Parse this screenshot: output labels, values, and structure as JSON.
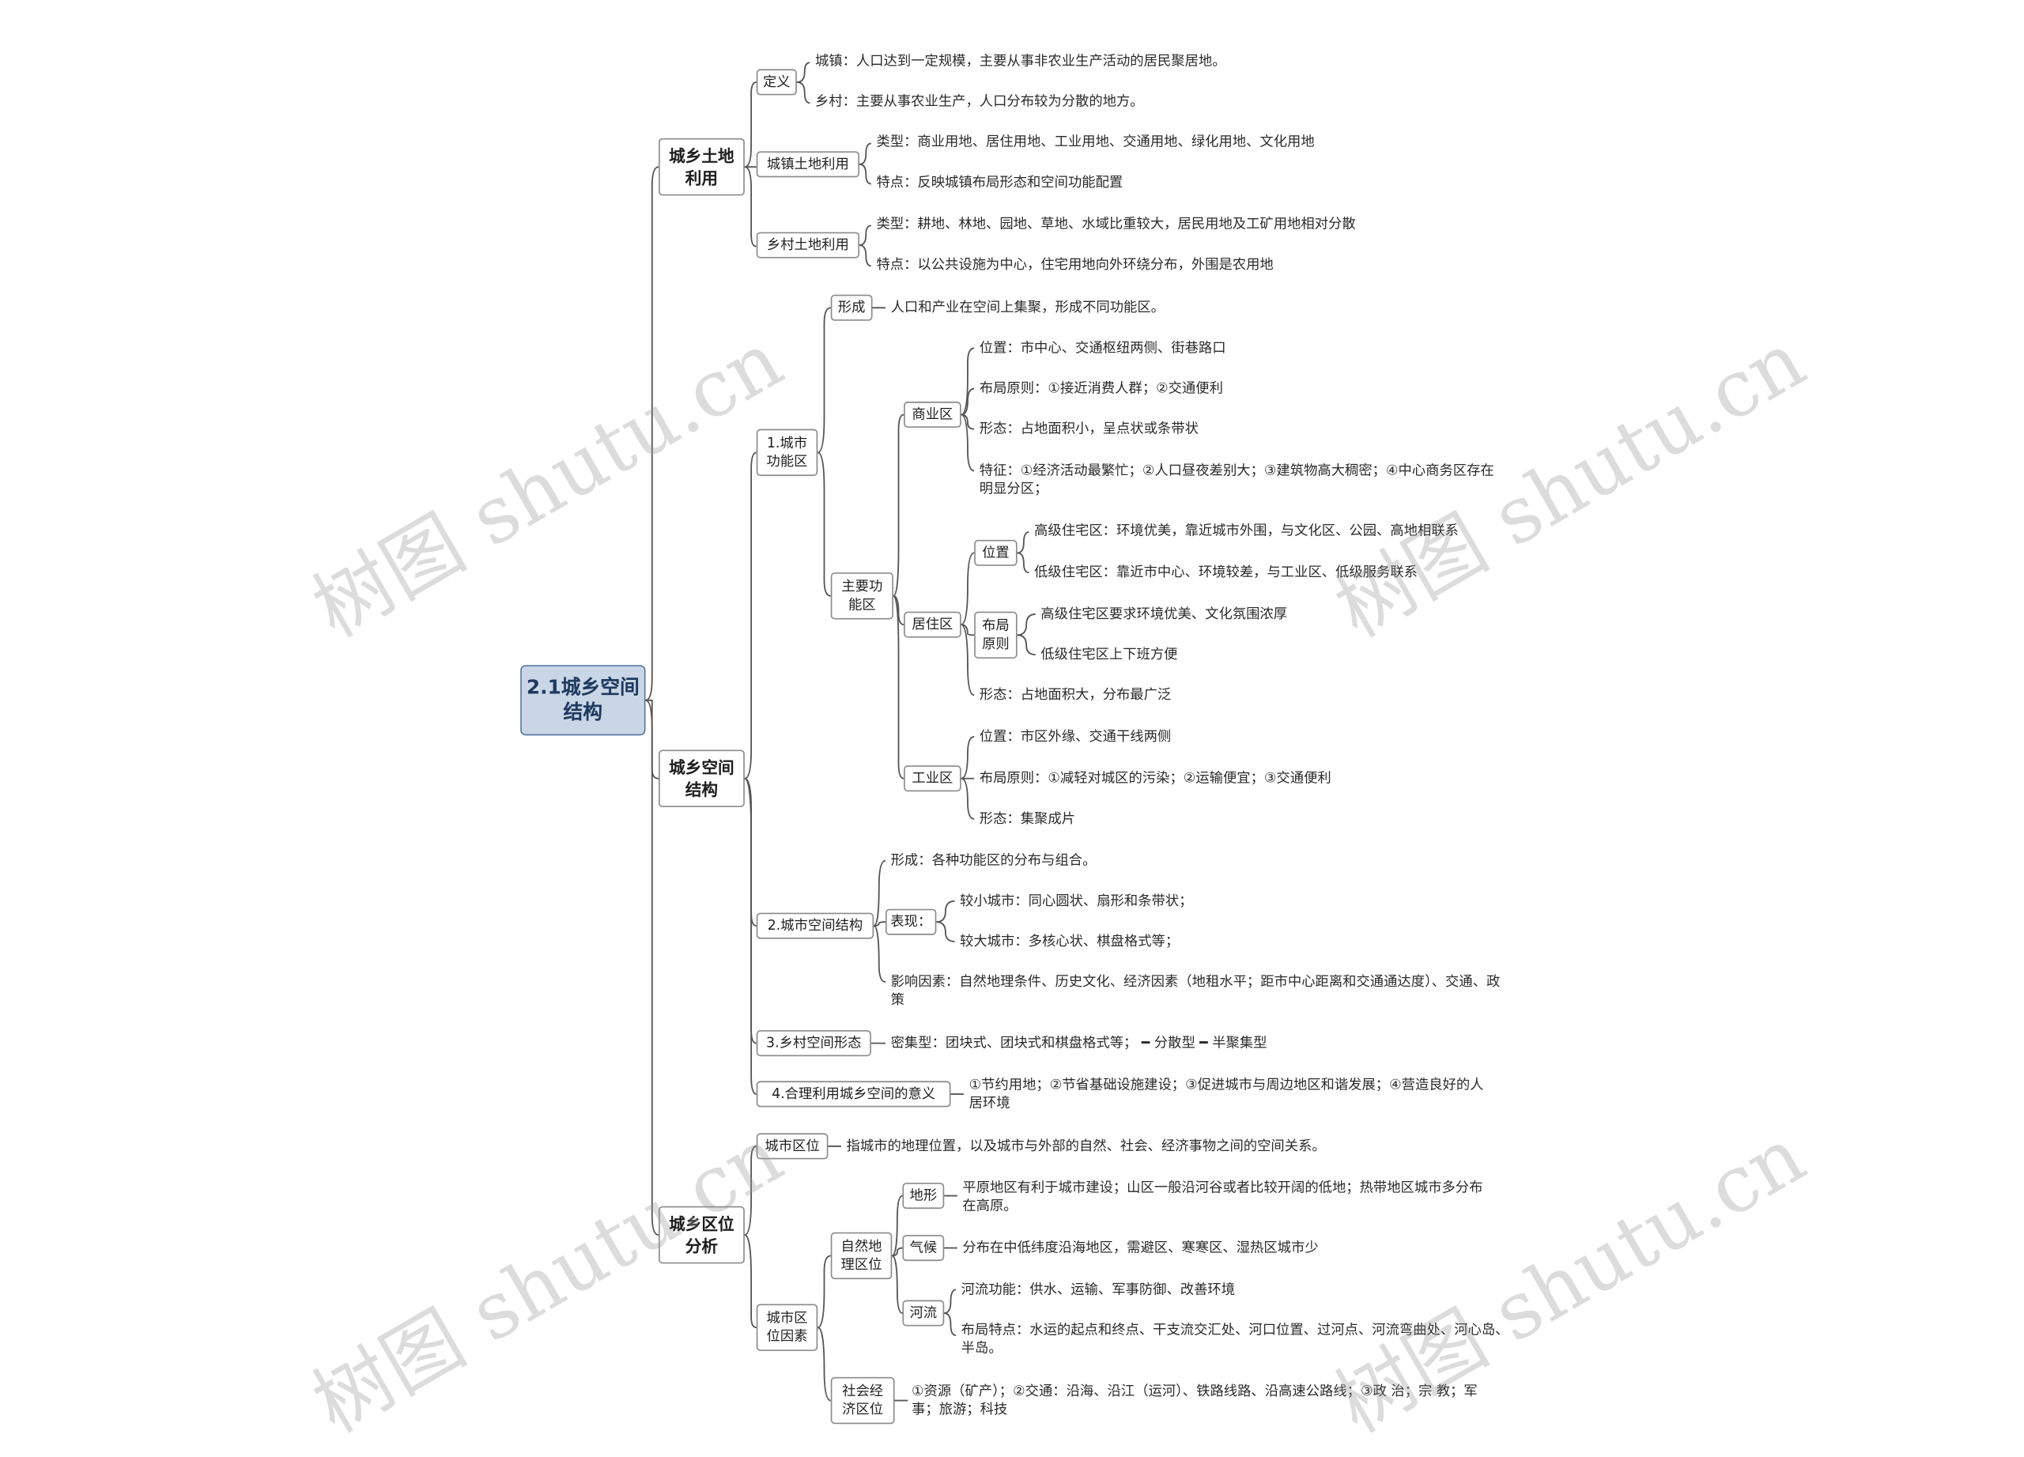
{
  "watermark": "树图 shutu.cn",
  "root": "2.1城乡空间结构",
  "n": {
    "a": "城乡土地利用",
    "a1": "定义",
    "a1a": "城镇：人口达到一定规模，主要从事非农业生产活动的居民聚居地。",
    "a1b": "乡村：主要从事农业生产，人口分布较为分散的地方。",
    "a2": "城镇土地利用",
    "a2a": "类型：商业用地、居住用地、工业用地、交通用地、绿化用地、文化用地",
    "a2b": "特点：反映城镇布局形态和空间功能配置",
    "a3": "乡村土地利用",
    "a3a": "类型：耕地、林地、园地、草地、水域比重较大，居民用地及工矿用地相对分散",
    "a3b": "特点：以公共设施为中心，住宅用地向外环绕分布，外围是农用地",
    "b": "城乡空间结构",
    "b1": "1.城市功能区",
    "b1a": "形成",
    "b1a1": "人口和产业在空间上集聚，形成不同功能区。",
    "b1b": "主要功能区",
    "b1b1": "商业区",
    "b1b1a": "位置：市中心、交通枢纽两侧、街巷路口",
    "b1b1b": "布局原则：①接近消费人群；②交通便利",
    "b1b1c": "形态：占地面积小，呈点状或条带状",
    "b1b1d": "特征：①经济活动最繁忙；②人口昼夜差别大；③建筑物高大稠密；④中心商务区存在明显分区；",
    "b1b2": "居住区",
    "b1b2a": "位置",
    "b1b2a1": "高级住宅区：环境优美，靠近城市外围，与文化区、公园、高地相联系",
    "b1b2a2": "低级住宅区：靠近市中心、环境较差，与工业区、低级服务联系",
    "b1b2b": "布局原则",
    "b1b2b1": "高级住宅区要求环境优美、文化氛围浓厚",
    "b1b2b2": "低级住宅区上下班方便",
    "b1b2c": "形态：占地面积大，分布最广泛",
    "b1b3": "工业区",
    "b1b3a": "位置：市区外缘、交通干线两侧",
    "b1b3b": "布局原则：①减轻对城区的污染；②运输便宜；③交通便利",
    "b1b3c": "形态：集聚成片",
    "b2": "2.城市空间结构",
    "b2a": "形成：各种功能区的分布与组合。",
    "b2b": "表现：",
    "b2b1": "较小城市：同心圆状、扇形和条带状；",
    "b2b2": "较大城市：多核心状、棋盘格式等；",
    "b2c": "影响因素：自然地理条件、历史文化、经济因素（地租水平；距市中心距离和交通通达度）、交通、政策",
    "b3": "3.乡村空间形态",
    "b3a": "密集型：团块式、团块式和棋盘格式等； ━ 分散型 ━ 半聚集型",
    "b4": "4.合理利用城乡空间的意义",
    "b4a": "①节约用地；②节省基础设施建设；③促进城市与周边地区和谐发展；④营造良好的人居环境",
    "c": "城乡区位分析",
    "c1": "城市区位",
    "c1a": "指城市的地理位置，以及城市与外部的自然、社会、经济事物之间的空间关系。",
    "c2": "城市区位因素",
    "c2a": "自然地理区位",
    "c2a1": "地形",
    "c2a1a": "平原地区有利于城市建设；山区一般沿河谷或者比较开阔的低地；热带地区城市多分布在高原。",
    "c2a2": "气候",
    "c2a2a": "分布在中低纬度沿海地区，需避区、寒寒区、湿热区城市少",
    "c2a3": "河流",
    "c2a3a": "河流功能：供水、运输、军事防御、改善环境",
    "c2a3b": "布局特点：水运的起点和终点、干支流交汇处、河口位置、过河点、河流弯曲处、河心岛、半岛。",
    "c2b": "社会经济区位",
    "c2b1": "①资源（矿产）；②交通：沿海、沿江（运河）、铁路线路、沿高速公路线；③政 治；宗 教；军事；旅游；科技"
  }
}
